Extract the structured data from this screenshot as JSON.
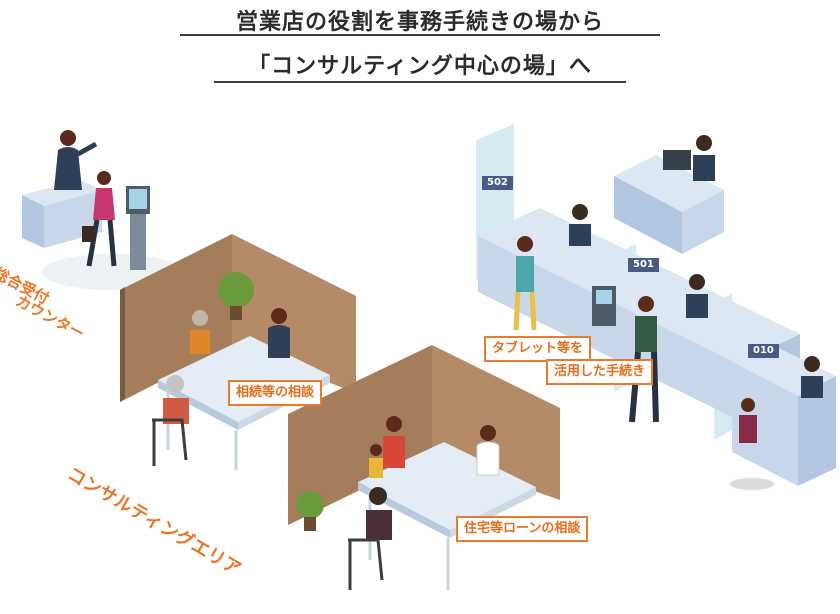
{
  "title": {
    "line1": "営業店の役割を事務手続きの場から",
    "line2": "「コンサルティング中心の場」へ"
  },
  "areas": {
    "reception": {
      "line1": "総合受付",
      "line2": "カウンター"
    },
    "consulting": "コンサルティングエリア"
  },
  "callouts": {
    "inheritance": "相続等の相談",
    "housing_loan": "住宅等ローンの相談",
    "tablet_line1": "タブレット等を",
    "tablet_line2": "活用した手続き"
  },
  "window_numbers": [
    "502",
    "501",
    "010"
  ],
  "colors": {
    "accent": "#ec7a2c",
    "counter": "#c9d7ea",
    "partition": "#a67d5a",
    "table": "#e4ecf5"
  }
}
